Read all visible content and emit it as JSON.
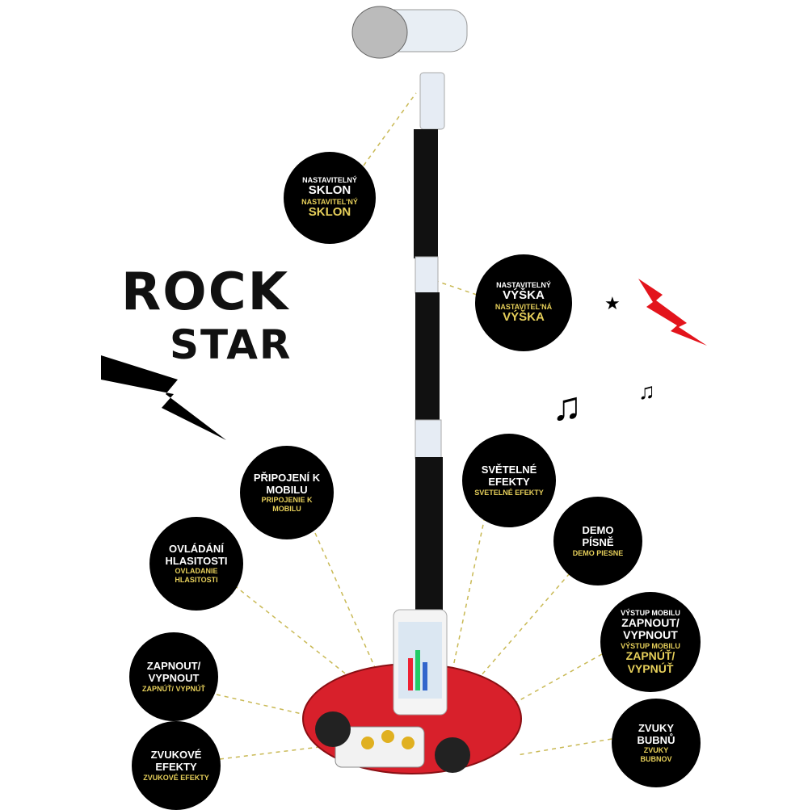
{
  "logo": {
    "line1": "ROCK",
    "line2": "STAR"
  },
  "colors": {
    "badge": "#000000",
    "accent_yellow": "#e6cf5a",
    "base_red": "#d8202b",
    "bolt_red": "#e3141c"
  },
  "callouts": [
    {
      "cz_small": "NASTAVITELNÝ",
      "cz": "SKLON",
      "sk_small": "NASTAVITEL'NÝ",
      "sk": "SKLON"
    },
    {
      "cz_small": "NASTAVITELNÝ",
      "cz": "VÝŠKA",
      "sk_small": "NASTAVITEL'NÁ",
      "sk": "VÝŠKA"
    },
    {
      "cz": "SVĚTELNÉ EFEKTY",
      "sk_small": "SVETELNÉ EFEKTY"
    },
    {
      "cz": "PŘIPOJENÍ K MOBILU",
      "sk_small": "PRIPOJENIE K MOBILU"
    },
    {
      "cz": "DEMO PÍSNĚ",
      "sk_small": "DEMO PIESNE"
    },
    {
      "cz": "OVLÁDÁNÍ HLASITOSTI",
      "sk_small": "OVLADANIE HLASITOSTI"
    },
    {
      "cz_small": "VÝSTUP MOBILU",
      "cz": "ZAPNOUT/ VYPNOUT",
      "sk_small": "VÝSTUP MOBILU",
      "sk": "ZAPNÚŤ/ VYPNÚŤ"
    },
    {
      "cz": "ZAPNOUT/ VYPNOUT",
      "sk_small": "ZAPNÚŤ/ VYPNÚŤ"
    },
    {
      "cz": "ZVUKOVÉ EFEKTY",
      "sk_small": "ZVUKOVÉ EFEKTY"
    },
    {
      "cz": "ZVUKY BUBNŮ",
      "sk_small": "ZVUKY BUBNOV"
    }
  ]
}
